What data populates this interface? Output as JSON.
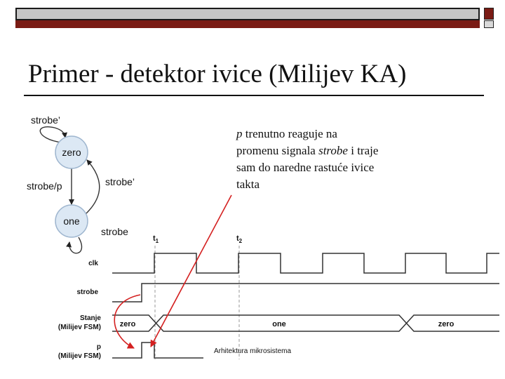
{
  "slide": {
    "title": "Primer - detektor ivice (Milijev KA)",
    "note": {
      "line1_italic": "p",
      "line1_text": " trenutno reaguje na",
      "line2_text": "promenu signala ",
      "line2_italic": "strobe",
      "line2_tail": " i traje",
      "line3_text": "sam do naredne rastuće ivice",
      "line4_text": "takta"
    },
    "footer": "Arhitektura mikrosistema"
  },
  "fsm": {
    "states": [
      {
        "id": "zero",
        "label": "zero"
      },
      {
        "id": "one",
        "label": "one"
      }
    ],
    "transitions": {
      "zero_self": "strobe’",
      "zero_to_one": "strobe/p",
      "one_to_zero": "strobe’",
      "one_self": "strobe"
    }
  },
  "timing": {
    "markers": [
      {
        "label": "t",
        "sub": "1"
      },
      {
        "label": "t",
        "sub": "2"
      }
    ],
    "signals": {
      "clk": "clk",
      "strobe": "strobe",
      "state_line1": "Stanje",
      "state_line2": "(Milijev FSM)",
      "p_line1": "p",
      "p_line2": "(Milijev FSM)"
    },
    "state_values": [
      "zero",
      "one",
      "zero"
    ]
  },
  "colors": {
    "accent_red": "#7a1b14",
    "bar_gray": "#c6c6c6",
    "state_fill": "#dce8f4",
    "state_stroke": "#9fb6cf",
    "arrow_red": "#d42020"
  }
}
